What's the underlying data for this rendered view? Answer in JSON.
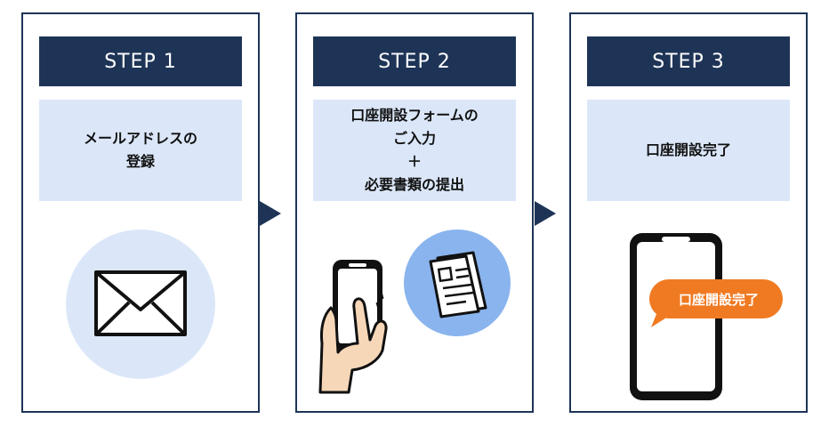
{
  "steps": [
    {
      "title": "STEP 1",
      "lines": [
        "メールアドレスの",
        "登録"
      ],
      "icon": "envelope-icon"
    },
    {
      "title": "STEP 2",
      "lines": [
        "口座開設フォームの",
        "ご入力",
        "＋",
        "必要書類の提出"
      ],
      "icon": "smartphone-document-icon"
    },
    {
      "title": "STEP 3",
      "lines": [
        "口座開設完了"
      ],
      "bubble": "口座開設完了",
      "icon": "smartphone-complete-icon"
    }
  ],
  "colors": {
    "navy": "#1e3457",
    "light_blue": "#dbe7f9",
    "circle_blue": "#8ab4ee",
    "orange": "#f07a22",
    "skin": "#f6d7b8"
  }
}
